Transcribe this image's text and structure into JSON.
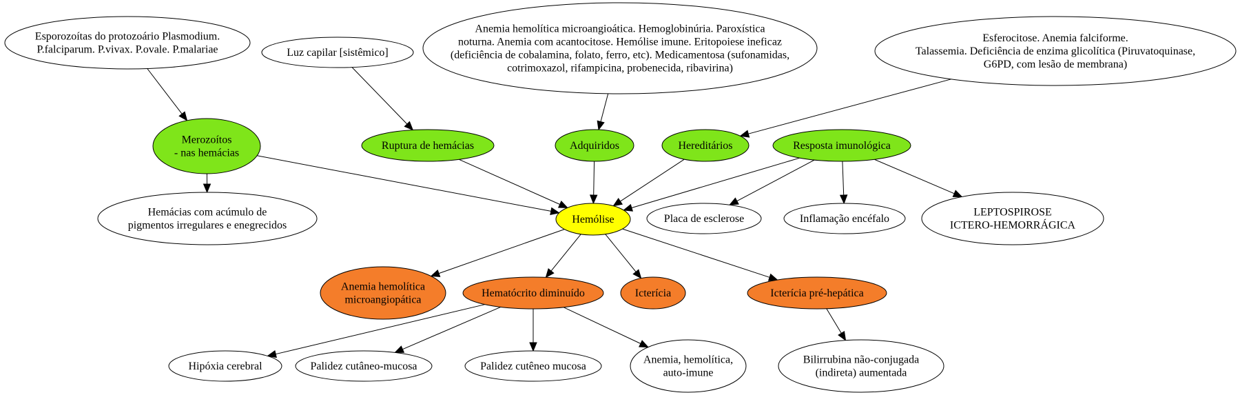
{
  "colors": {
    "green": "#7fe51a",
    "yellow": "#ffff00",
    "orange": "#f47d2a",
    "white": "#ffffff"
  },
  "nodes": {
    "plasmodium": {
      "lines": [
        "Esporozoítas do protozoário Plasmodium.",
        "P.falciparum. P.vivax. P.ovale. P.malariae"
      ],
      "color": "white"
    },
    "luz_capilar": {
      "lines": [
        "Luz capilar [sistêmico]"
      ],
      "color": "white"
    },
    "adquiridos_causas": {
      "lines": [
        "Anemia hemolítica microangioática. Hemoglobinúria. Paroxística",
        "noturna. Anemia com acantocitose. Hemólise imune. Eritopoiese ineficaz",
        "(deficiência de cobalamina, folato, ferro, etc). Medicamentosa (sufonamidas,",
        "cotrimoxazol, rifampicina, probenecida, ribavirina)"
      ],
      "color": "white"
    },
    "hereditarios_causas": {
      "lines": [
        "Esferocitose. Anemia falciforme.",
        "Talassemia. Deficiência de enzima glicolítica (Piruvatoquinase,",
        "G6PD, com lesão de membrana)"
      ],
      "color": "white"
    },
    "merozoitos": {
      "lines": [
        "Merozoítos",
        "- nas hemácias"
      ],
      "color": "green"
    },
    "ruptura": {
      "lines": [
        "Ruptura de hemácias"
      ],
      "color": "green"
    },
    "adquiridos": {
      "lines": [
        "Adquiridos"
      ],
      "color": "green"
    },
    "hereditarios": {
      "lines": [
        "Hereditários"
      ],
      "color": "green"
    },
    "resposta": {
      "lines": [
        "Resposta imunológica"
      ],
      "color": "green"
    },
    "hemacias_pigmentos": {
      "lines": [
        "Hemácias com acúmulo de",
        "pigmentos irregulares e enegrecidos"
      ],
      "color": "white"
    },
    "hemolise": {
      "lines": [
        "Hemólise"
      ],
      "color": "yellow"
    },
    "placa": {
      "lines": [
        "Placa de esclerose"
      ],
      "color": "white"
    },
    "inflamacao": {
      "lines": [
        "Inflamação encéfalo"
      ],
      "color": "white"
    },
    "leptospirose": {
      "lines": [
        "LEPTOSPIROSE",
        "ICTERO-HEMORRÁGICA"
      ],
      "color": "white"
    },
    "anemia_micro": {
      "lines": [
        "Anemia hemolítica",
        "microangiopática"
      ],
      "color": "orange"
    },
    "hematocrito": {
      "lines": [
        "Hematócrito diminuído"
      ],
      "color": "orange"
    },
    "ictericia": {
      "lines": [
        "Icterícia"
      ],
      "color": "orange"
    },
    "ictericia_pre": {
      "lines": [
        "Icterícia pré-hepática"
      ],
      "color": "orange"
    },
    "hipoxia": {
      "lines": [
        "Hipóxia cerebral"
      ],
      "color": "white"
    },
    "palidez1": {
      "lines": [
        "Palidez cutâneo-mucosa"
      ],
      "color": "white"
    },
    "palidez2": {
      "lines": [
        "Palidez cutêneo mucosa"
      ],
      "color": "white"
    },
    "anemia_auto": {
      "lines": [
        "Anemia, hemolítica,",
        "auto-imune"
      ],
      "color": "white"
    },
    "bilirrubina": {
      "lines": [
        "Bilirrubina não-conjugada",
        "(indireta) aumentada"
      ],
      "color": "white"
    }
  },
  "edges": [
    {
      "from": "plasmodium",
      "to": "merozoitos",
      "arrow": true
    },
    {
      "from": "luz_capilar",
      "to": "ruptura",
      "arrow": true
    },
    {
      "from": "adquiridos_causas",
      "to": "adquiridos",
      "arrow": true
    },
    {
      "from": "hereditarios_causas",
      "to": "hereditarios",
      "arrow": true
    },
    {
      "from": "merozoitos",
      "to": "hemacias_pigmentos",
      "arrow": true
    },
    {
      "from": "merozoitos",
      "to": "hemolise",
      "arrow": true
    },
    {
      "from": "ruptura",
      "to": "hemolise",
      "arrow": true
    },
    {
      "from": "adquiridos",
      "to": "hemolise",
      "arrow": true
    },
    {
      "from": "hereditarios",
      "to": "hemolise",
      "arrow": true
    },
    {
      "from": "resposta",
      "to": "hemolise",
      "arrow": true
    },
    {
      "from": "resposta",
      "to": "placa",
      "arrow": true
    },
    {
      "from": "resposta",
      "to": "inflamacao",
      "arrow": true
    },
    {
      "from": "resposta",
      "to": "leptospirose",
      "arrow": true
    },
    {
      "from": "hemolise",
      "to": "anemia_micro",
      "arrow": true
    },
    {
      "from": "hemolise",
      "to": "hematocrito",
      "arrow": true
    },
    {
      "from": "hemolise",
      "to": "ictericia",
      "arrow": true
    },
    {
      "from": "hemolise",
      "to": "ictericia_pre",
      "arrow": true
    },
    {
      "from": "hematocrito",
      "to": "hipoxia",
      "arrow": true
    },
    {
      "from": "hematocrito",
      "to": "palidez1",
      "arrow": true
    },
    {
      "from": "hematocrito",
      "to": "palidez2",
      "arrow": true
    },
    {
      "from": "hematocrito",
      "to": "anemia_auto",
      "arrow": true
    },
    {
      "from": "ictericia_pre",
      "to": "bilirrubina",
      "arrow": true
    }
  ]
}
